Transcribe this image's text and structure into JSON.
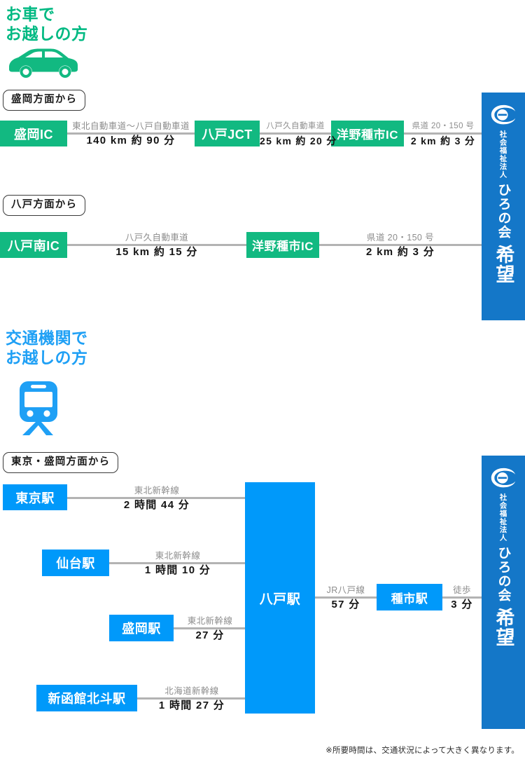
{
  "sections": {
    "car": {
      "heading": "お車で\nお越しの方",
      "color": "#00b982",
      "icon": "car-icon",
      "routes": [
        {
          "from_label": "盛岡方面から",
          "nodes": [
            "盛岡IC",
            "八戸JCT",
            "洋野種市IC"
          ],
          "segments": [
            {
              "route": "東北自動車道～八戸自動車道",
              "time": "140 km  約 90 分"
            },
            {
              "route": "八戸久自動車道",
              "time": "25 km  約 20 分"
            },
            {
              "route": "県道 20・150 号",
              "time": "2 km  約 3 分"
            }
          ]
        },
        {
          "from_label": "八戸方面から",
          "nodes": [
            "八戸南IC",
            "洋野種市IC"
          ],
          "segments": [
            {
              "route": "八戸久自動車道",
              "time": "15 km  約 15 分"
            },
            {
              "route": "県道 20・150 号",
              "time": "2 km  約 3 分"
            }
          ]
        }
      ]
    },
    "train": {
      "heading": "交通機関で\nお越しの方",
      "color": "#1fa0f5",
      "icon": "train-icon",
      "from_label": "東京・盛岡方面から",
      "hub": "八戸駅",
      "origins": [
        {
          "station": "東京駅",
          "route": "東北新幹線",
          "time": "2 時間 44 分"
        },
        {
          "station": "仙台駅",
          "route": "東北新幹線",
          "time": "1 時間 10 分"
        },
        {
          "station": "盛岡駅",
          "route": "東北新幹線",
          "time": "27 分"
        },
        {
          "station": "新函館北斗駅",
          "route": "北海道新幹線",
          "time": "1 時間 27 分"
        }
      ],
      "tail": [
        {
          "route": "JR八戸線",
          "time": "57 分",
          "station": "種市駅"
        },
        {
          "route": "徒歩",
          "time": "3 分",
          "station": ""
        }
      ]
    }
  },
  "banner": {
    "corp": "社会福祉法人",
    "name": "ひろの会",
    "kibo": "希望",
    "color": "#1477c8",
    "logo": "circle-arrow-logo"
  },
  "footnote": "※所要時間は、交通状況によって大きく異なります。",
  "colors": {
    "green": "#12b981",
    "blue": "#0099fa",
    "line": "#b3b3b3",
    "banner_blue": "#1477c8"
  }
}
